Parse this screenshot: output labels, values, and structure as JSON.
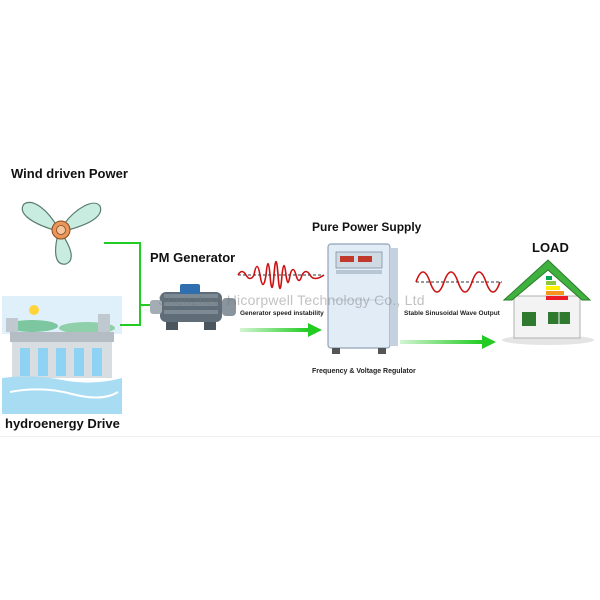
{
  "labels": {
    "wind": "Wind driven Power",
    "hydro": "hydroenergy Drive",
    "pm_generator": "PM  Generator",
    "pure_power": "Pure Power Supply",
    "load": "LOAD",
    "gen_instability": "Generator speed instability",
    "stable_output": "Stable Sinusoidal Wave Output",
    "regulator": "Frequency & Voltage Regulator",
    "watermark": "Shenzhen Hicorpwell Technology Co., Ltd"
  },
  "colors": {
    "arrow_green": "#22cc22",
    "wave_red": "#cc1111",
    "fan_blade": "#c9ece0",
    "fan_hub": "#e8965a",
    "cabinet": "#e2ecf6",
    "house_roof": "#3fb13f"
  },
  "icons": {
    "fan": "fan-icon",
    "dam": "dam-icon",
    "generator": "generator-icon",
    "power_supply": "power-supply-cabinet-icon",
    "house": "house-energy-label-icon"
  }
}
